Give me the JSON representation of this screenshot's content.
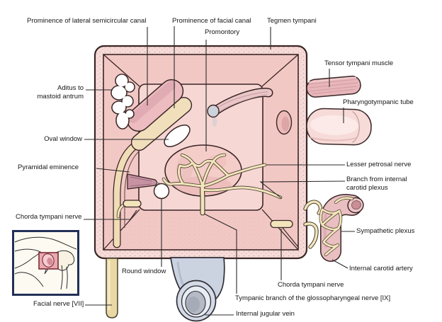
{
  "labels": {
    "prominence_lateral_semicircular_canal": "Prominence of lateral semicircular canal",
    "prominence_facial_canal": "Prominence of facial canal",
    "promontory": "Promontory",
    "tegmen_tympani": "Tegmen tympani",
    "tensor_tympani_muscle": "Tensor tympani muscle",
    "pharyngotympanic_tube": "Pharyngotympanic tube",
    "aditus_to_mastoid_antrum": "Aditus to\nmastoid antrum",
    "oval_window": "Oval window",
    "pyramidal_eminence": "Pyramidal eminence",
    "chorda_tympani_nerve_left": "Chorda tympani nerve",
    "facial_nerve": "Facial nerve [VII]",
    "round_window": "Round window",
    "chorda_tympani_nerve_bottom": "Chorda tympani nerve",
    "tympanic_branch_glossopharyngeal": "Tympanic branch of the glossopharyngeal nerve [IX]",
    "internal_jugular_vein": "Internal jugular vein",
    "lesser_petrosal_nerve": "Lesser petrosal nerve",
    "branch_internal_carotid_plexus": "Branch from internal\ncarotid plexus",
    "sympathetic_plexus": "Sympathetic plexus",
    "internal_carotid_artery": "Internal carotid artery"
  },
  "colors": {
    "label": "#161616",
    "outline": "#3a2626",
    "box_border_pink": "#f6dbd8",
    "wall_pink": "#f2c8c5",
    "panel_pink": "#f6d7d4",
    "nerve": "#f2e5bc",
    "artery": "#eabfc2",
    "vein_blue": "#cbd3e1",
    "facial_nerve_tan": "#ead8a4",
    "window_white": "#ffffff",
    "inset_border": "#223057"
  }
}
